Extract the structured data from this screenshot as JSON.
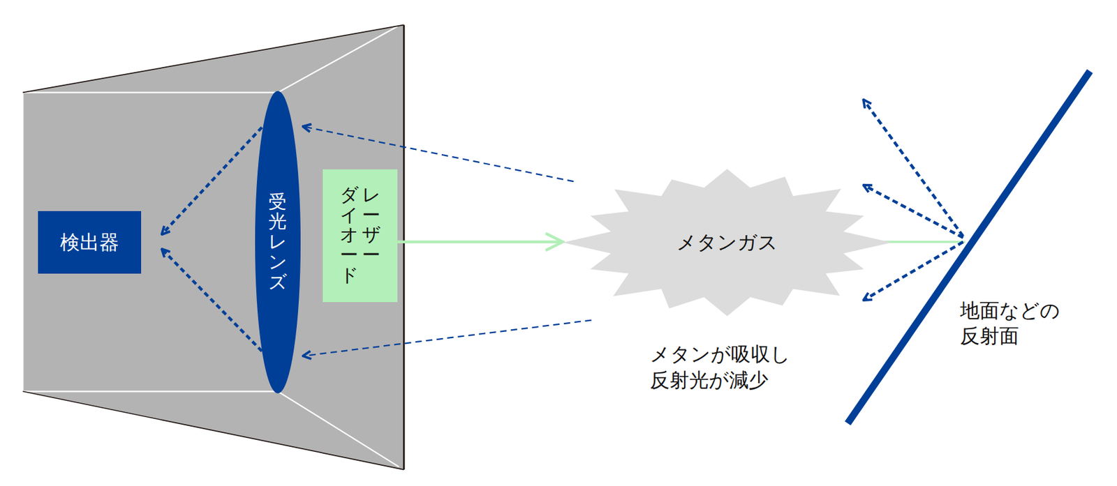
{
  "diagram": {
    "nodes": [
      {
        "text": [
          "検出器"
        ]
      },
      {
        "text": [
          "受光レンズ"
        ]
      },
      {
        "text": [
          "レーザー",
          "ダイオード"
        ]
      },
      {
        "text": [
          "メタンガス"
        ]
      }
    ],
    "edges": [
      {
        "from": 2,
        "to": 3,
        "arrow": "to"
      },
      {
        "from": 3,
        "to": 1,
        "arrow": "to"
      },
      {
        "from": 3,
        "to": 1,
        "arrow": "to"
      },
      {
        "from": 1,
        "to": 0,
        "arrow": "to"
      },
      {
        "from": 1,
        "to": 0,
        "arrow": "to"
      }
    ],
    "labels": [
      "メタンが吸収し 反射光が減少",
      "地面などの 反射面"
    ]
  }
}
